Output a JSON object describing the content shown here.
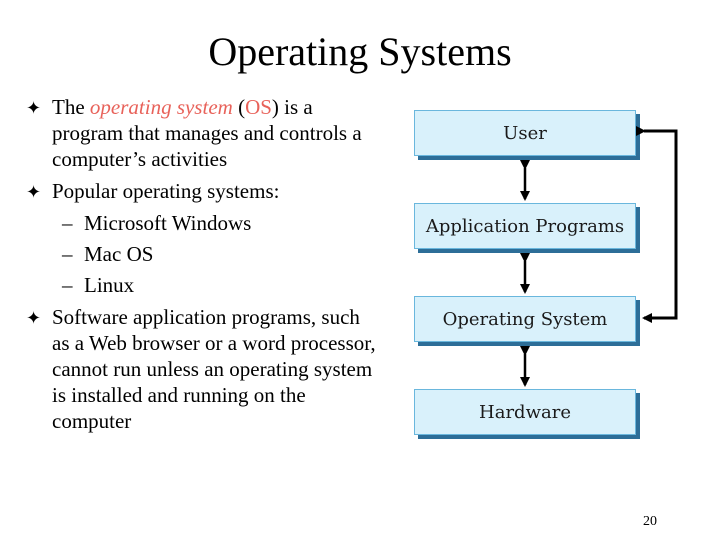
{
  "slide": {
    "title": "Operating Systems",
    "page_number": "20"
  },
  "bullets": [
    {
      "marker": "✦",
      "parts": {
        "p1": "The ",
        "p2": "operating system",
        "p3": " (",
        "p4": "OS",
        "p5": ") is a program that manages and controls a computer’s activities"
      }
    },
    {
      "marker": "✦",
      "text": "Popular operating systems:",
      "sub": [
        {
          "dash": "–",
          "text": "Microsoft Windows"
        },
        {
          "dash": "–",
          "text": "Mac OS"
        },
        {
          "dash": "–",
          "text": "Linux"
        }
      ]
    },
    {
      "marker": "✦",
      "text": "Software application programs, such as a Web browser or a word processor, cannot run unless an operating system is installed and running on the computer"
    }
  ],
  "diagram": {
    "boxes": [
      {
        "label": "User"
      },
      {
        "label": "Application Programs"
      },
      {
        "label": "Operating System"
      },
      {
        "label": "Hardware"
      }
    ]
  },
  "colors": {
    "accent": "#e8625a",
    "box_fill": "#d9f1fb",
    "box_border": "#6ab7dd",
    "box_shadow": "#2d6e98"
  }
}
